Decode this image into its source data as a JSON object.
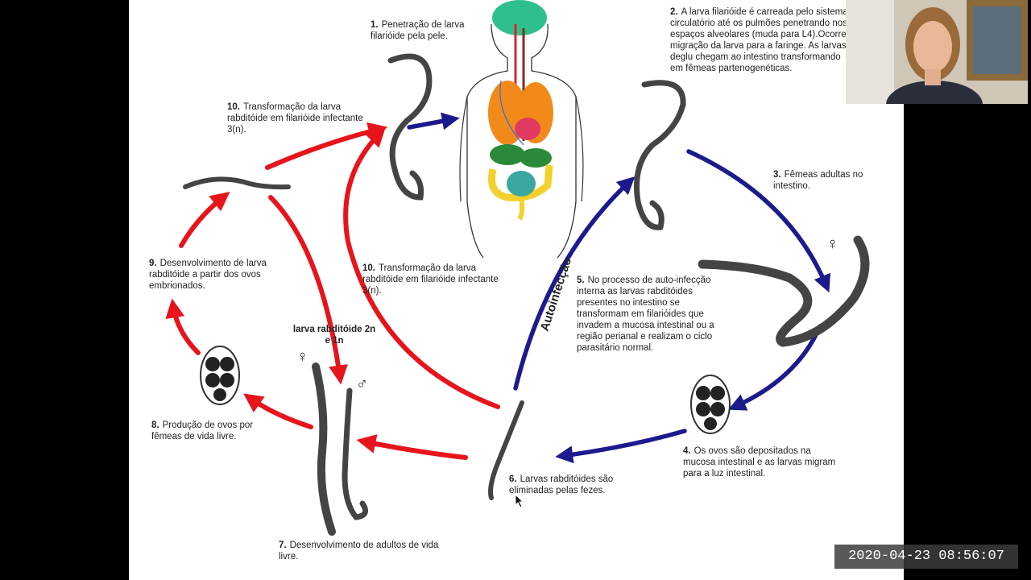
{
  "labels": {
    "step1": {
      "num": "1.",
      "text": "Penetração de larva filarióide pela pele."
    },
    "step2": {
      "num": "2.",
      "text": "A larva filarióide é carreada pelo sistema circulatório até os pulmões penetrando nos espaços alveolares (muda para L4).Ocorre migração da larva para a faringe. As larvas deglu chegam ao intestino transformando em fêmeas partenogenéticas."
    },
    "step3": {
      "num": "3.",
      "text": "Fêmeas adultas no intestino."
    },
    "step4": {
      "num": "4.",
      "text": "Os ovos são depositados na mucosa intestinal e as larvas migram para a luz intestinal."
    },
    "step5": {
      "num": "5.",
      "text": "No processo de auto-infecção interna as larvas rabditóides presentes no intestino se transformam em filarióides que invadem a mucosa intestinal ou a região perianal e realizam o ciclo parasitário normal."
    },
    "step6": {
      "num": "6.",
      "text": "Larvas rabditóides são eliminadas pelas fezes."
    },
    "step7": {
      "num": "7.",
      "text": "Desenvolvimento de adultos de vida livre."
    },
    "step8": {
      "num": "8.",
      "text": "Produção de ovos por fêmeas de vida livre."
    },
    "step9": {
      "num": "9.",
      "text": "Desenvolvimento de larva rabditóide a partir dos ovos embrionados."
    },
    "step10a": {
      "num": "10.",
      "text": "Transformação da larva rabditóide em filarióide infectante 3(n)."
    },
    "step10b": {
      "num": "10.",
      "text": "Transformação da larva rabditóide em filarióide infectante 3(n)."
    },
    "larva_title": "larva rabditóide 2n e 1n",
    "autoinfeccao": "Autoinfecção",
    "female_symbol": "♀",
    "male_symbol": "♂"
  },
  "timestamp": "2020-04-23 08:56:07",
  "colors": {
    "free_living_cycle": "#e8141c",
    "parasitic_cycle": "#1c1a8c",
    "background": "#ffffff"
  }
}
